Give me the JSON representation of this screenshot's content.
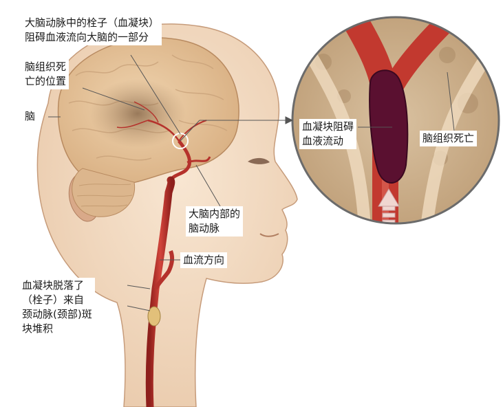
{
  "labels": {
    "embolus": "大脑动脉中的栓子（血凝块）\n阻碍血液流向大脑的一部分",
    "dead_tissue_location": "脑组织死\n亡的位置",
    "brain": "脑",
    "internal_artery": "大脑内部的\n脑动脉",
    "blood_flow_direction": "血流方向",
    "clot_origin": "血凝块脱落了\n（栓子）来自\n颈动脉(颈部)斑\n块堆积",
    "clot_blocks_flow": "血凝块阻碍\n血液流动",
    "dead_tissue": "脑组织死亡"
  },
  "colors": {
    "artery": "#b5322c",
    "artery_dark": "#7d1a1a",
    "clot": "#5a1030",
    "brain": "#e8c9a0",
    "brain_shadow": "#c9a27a",
    "skin": "#f3dcc4",
    "dead_tissue": "#a0876a",
    "leader": "#555555"
  }
}
